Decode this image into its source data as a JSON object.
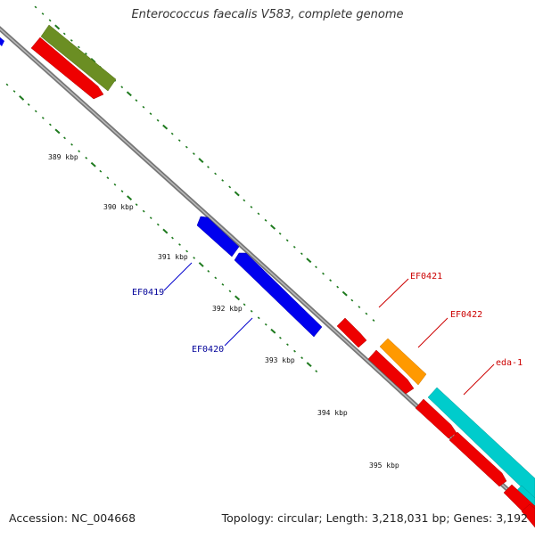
{
  "header": {
    "title": "Enterococcus faecalis V583, complete genome"
  },
  "footer": {
    "accession": "Accession: NC_004668",
    "summary": "Topology: circular; Length: 3,218,031 bp; Genes: 3,192"
  },
  "scale_labels": [
    "389 kbp",
    "390 kbp",
    "391 kbp",
    "392 kbp",
    "393 kbp",
    "394 kbp",
    "395 kbp"
  ],
  "gene_labels": [
    "EF0419",
    "EF0420",
    "EF0421",
    "EF0422",
    "eda-1"
  ],
  "colors": {
    "backbone": "#8c8c8c",
    "tick_green": "#1e7a1e",
    "red": "#ee0000",
    "blue": "#0000ee",
    "olive": "#6b8e23",
    "orange": "#ff9900",
    "cyan": "#00cccc",
    "label_blue": "#000099",
    "label_red": "#cc0000"
  }
}
